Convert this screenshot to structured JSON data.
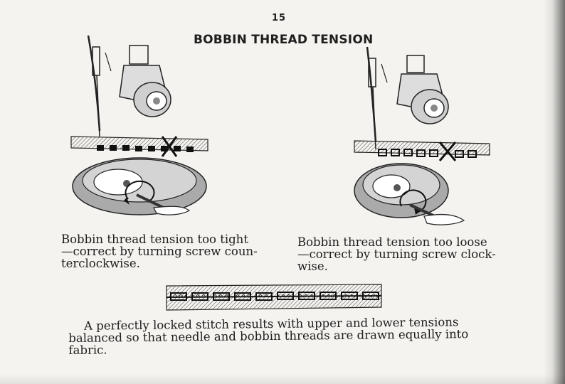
{
  "page": {
    "number": "15",
    "title": "BOBBIN THREAD TENSION"
  },
  "captions": {
    "tight": [
      "Bobbin thread tension too tight",
      "—correct by turning screw coun-",
      "terclockwise."
    ],
    "loose": [
      "Bobbin thread tension too loose",
      "—correct by turning screw clock-",
      "wise."
    ]
  },
  "summary": [
    "A perfectly locked stitch results with upper and lower tensions",
    "balanced so that needle and bobbin threads are drawn equally into",
    "fabric."
  ],
  "icons": {
    "tight_illustration": "sewing-machine-tension-tight-illustration",
    "loose_illustration": "sewing-machine-tension-loose-illustration",
    "stitch": "balanced-stitch-fabric-illustration"
  },
  "colors": {
    "paper": "#f4f3ef",
    "ink": "#1e1e1e"
  }
}
